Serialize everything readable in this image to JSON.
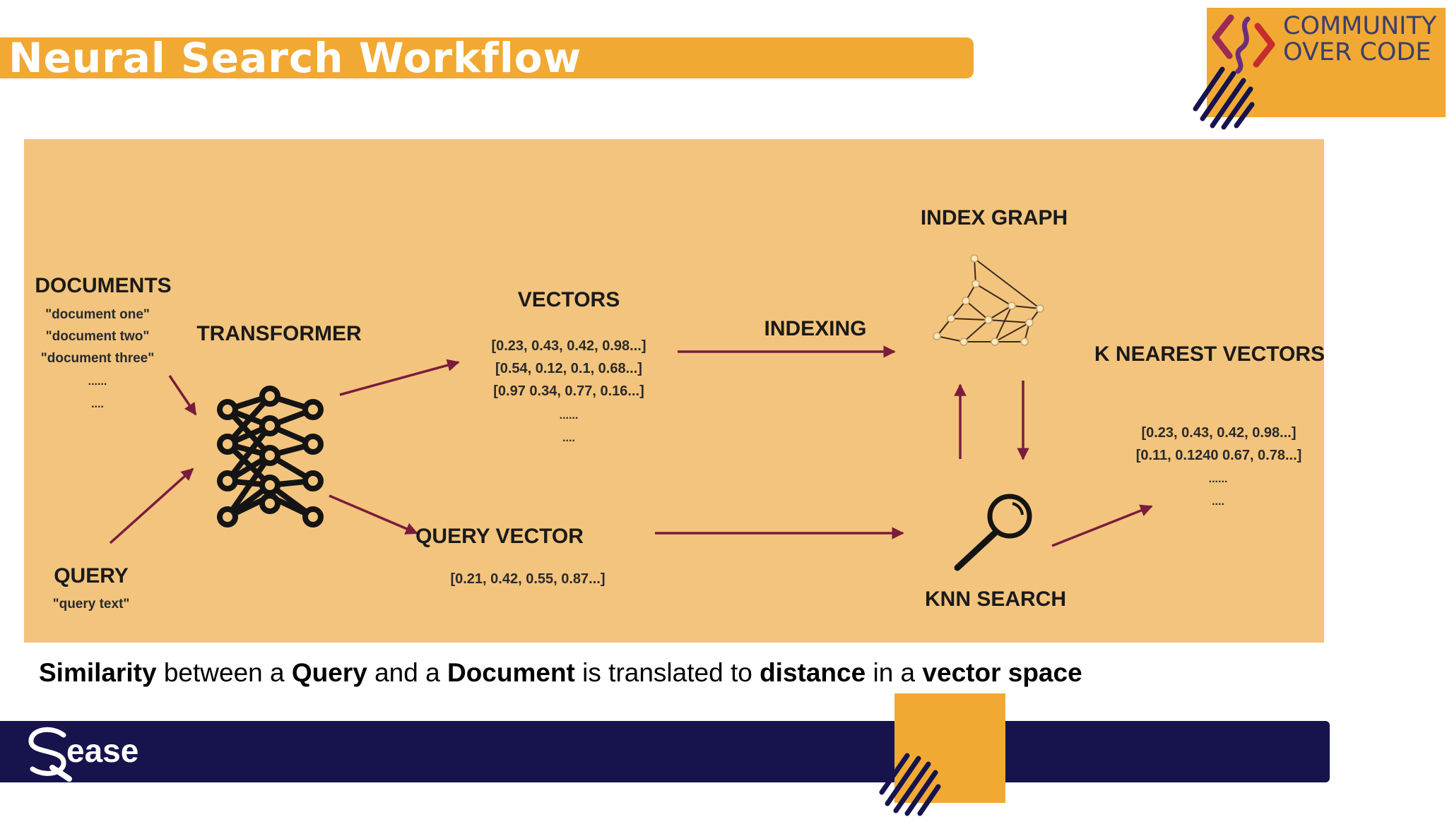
{
  "slide": {
    "title": "Neural Search Workflow",
    "logo_text": "COMMUNITY\nOVER CODE",
    "footer_logo_text": "ease",
    "caption": [
      {
        "text": "Similarity",
        "bold": true
      },
      {
        "text": " between a ",
        "bold": false
      },
      {
        "text": "Query",
        "bold": true
      },
      {
        "text": " and a ",
        "bold": false
      },
      {
        "text": "Document",
        "bold": true
      },
      {
        "text": " is translated to ",
        "bold": false
      },
      {
        "text": "distance",
        "bold": true
      },
      {
        "text": " in a ",
        "bold": false
      },
      {
        "text": "vector space",
        "bold": true
      }
    ],
    "colors": {
      "accent": "#f1a934",
      "diagram_bg": "#f3c47d",
      "arrow": "#7a1c3c",
      "navy": "#16134d"
    }
  },
  "diagram": {
    "documents": {
      "heading": "DOCUMENTS",
      "items": [
        "\"document one\"",
        "\"document two\"",
        "\"document three\""
      ],
      "more": [
        "......",
        "...."
      ]
    },
    "query": {
      "heading": "QUERY",
      "text": "\"query text\""
    },
    "transformer": {
      "heading": "TRANSFORMER"
    },
    "vectors": {
      "heading": "VECTORS",
      "items": [
        "[0.23, 0.43, 0.42, 0.98...]",
        "[0.54, 0.12, 0.1, 0.68...]",
        "[0.97 0.34, 0.77, 0.16...]"
      ],
      "more": [
        "......",
        "...."
      ]
    },
    "indexing": {
      "label": "INDEXING"
    },
    "query_vector": {
      "heading": "QUERY VECTOR",
      "value": "[0.21, 0.42, 0.55, 0.87...]"
    },
    "index_graph": {
      "heading": "INDEX GRAPH"
    },
    "knn_search": {
      "heading": "KNN SEARCH"
    },
    "k_nearest": {
      "heading": "K NEAREST VECTORS",
      "items": [
        "[0.23, 0.43, 0.42, 0.98...]",
        "[0.11, 0.1240 0.67, 0.78...]"
      ],
      "more": [
        "......",
        "...."
      ]
    }
  }
}
